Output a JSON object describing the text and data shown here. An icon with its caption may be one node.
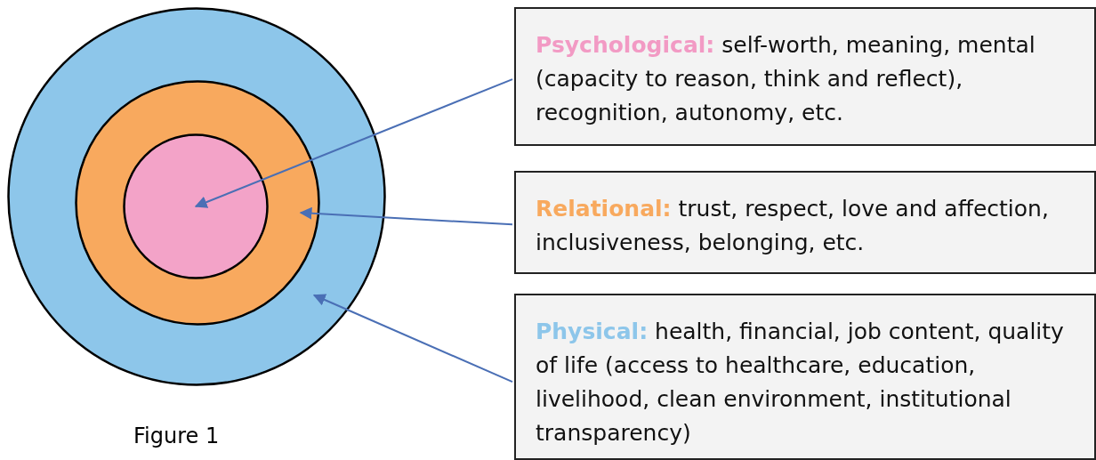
{
  "diagram": {
    "caption": "Figure 1",
    "nodes": [
      {
        "text": [],
        "shape": "circle"
      },
      {
        "text": [],
        "shape": "circle",
        "in": 0
      },
      {
        "text": [],
        "shape": "circle",
        "in": 1
      },
      {
        "text": [
          "Psychological:",
          "self-worth, meaning, mental (capacity to reason, think and reflect), recognition, autonomy, etc."
        ]
      },
      {
        "text": [
          "Relational:",
          "trust, respect,  love and affection, inclusiveness, belonging, etc."
        ]
      },
      {
        "text": [
          "Physical:",
          "health, financial, job content, quality of life (access to healthcare, education, livelihood, clean environment, institutional transparency)"
        ]
      }
    ],
    "edges": [
      {
        "from": 3,
        "to": 2,
        "arrow": "to"
      },
      {
        "from": 4,
        "to": 1,
        "arrow": "to"
      },
      {
        "from": 5,
        "to": 0,
        "arrow": "to"
      }
    ]
  }
}
